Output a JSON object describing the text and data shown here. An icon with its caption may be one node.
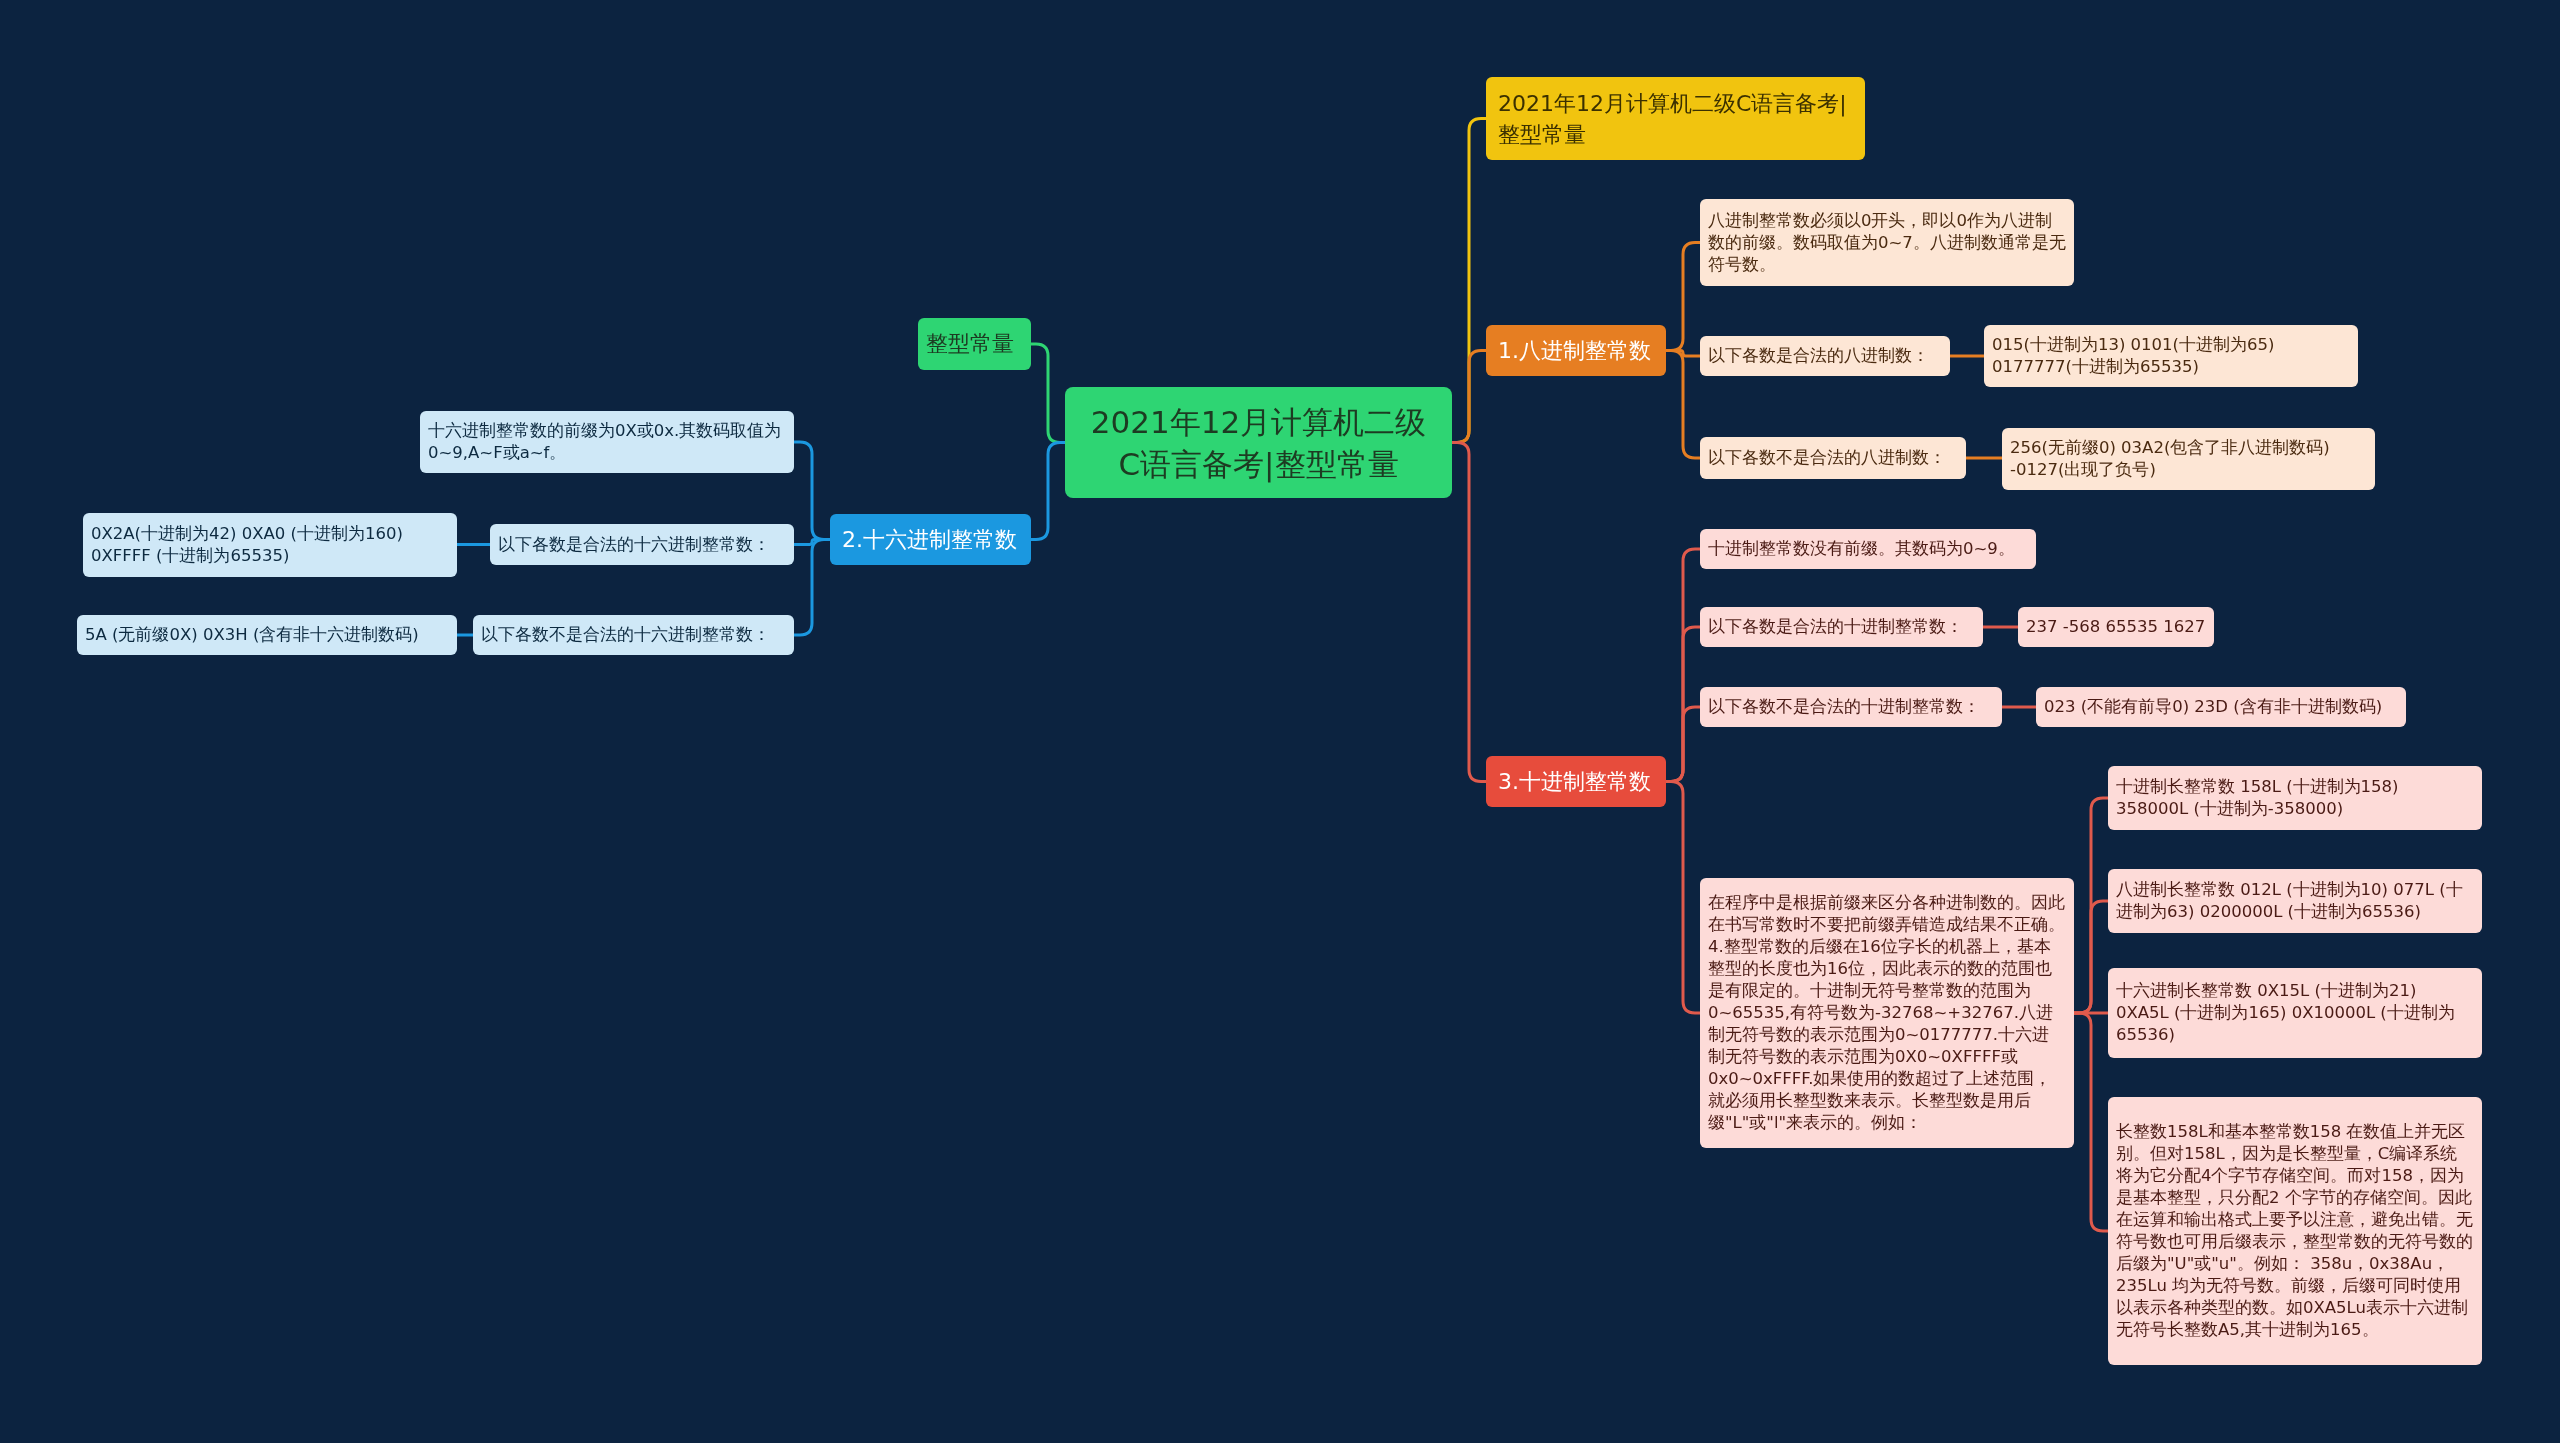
{
  "diagram": {
    "nodes": [
      {
        "text": [
          "2021年12月计算机二级C语言备考|整型常量"
        ]
      },
      {
        "text": [
          "2021年12月计算机二级C语言备考|整型常量"
        ]
      },
      {
        "text": [
          "1.八进制整常数"
        ]
      },
      {
        "text": [
          "八进制整常数必须以0开头，即以0作为八进制数的前缀。数码取值为0~7。八进制数通常是无符号数。"
        ]
      },
      {
        "text": [
          "以下各数是合法的八进制数："
        ]
      },
      {
        "text": [
          "015(十进制为13) 0101(十进制为65) 0177777(十进制为65535)"
        ]
      },
      {
        "text": [
          "以下各数不是合法的八进制数："
        ]
      },
      {
        "text": [
          "256(无前缀0) 03A2(包含了非八进制数码) -0127(出现了负号)"
        ]
      },
      {
        "text": [
          "3.十进制整常数"
        ]
      },
      {
        "text": [
          "十进制整常数没有前缀。其数码为0~9。"
        ]
      },
      {
        "text": [
          "以下各数是合法的十进制整常数："
        ]
      },
      {
        "text": [
          "237 -568 65535 1627"
        ]
      },
      {
        "text": [
          "以下各数不是合法的十进制整常数："
        ]
      },
      {
        "text": [
          "023 (不能有前导0) 23D (含有非十进制数码)"
        ]
      },
      {
        "text": [
          "在程序中是根据前缀来区分各种进制数的。因此在书写常数时不要把前缀弄错造成结果不正确。4.整型常数的后缀在16位字长的机器上，基本整型的长度也为16位，因此表示的数的范围也是有限定的。十进制无符号整常数的范围为0~65535,有符号数为-32768~+32767.八进制无符号数的表示范围为0~0177777.十六进制无符号数的表示范围为0X0~0XFFFF或0x0~0xFFFF.如果使用的数超过了上述范围，就必须用长整型数来表示。长整型数是用后缀\"L\"或\"l\"来表示的。例如："
        ]
      },
      {
        "text": [
          "十进制长整常数 158L (十进制为158) 358000L (十进制为-358000)"
        ]
      },
      {
        "text": [
          "八进制长整常数 012L (十进制为10) 077L (十进制为63) 0200000L (十进制为65536)"
        ]
      },
      {
        "text": [
          "十六进制长整常数 0X15L (十进制为21) 0XA5L (十进制为165) 0X10000L (十进制为65536)"
        ]
      },
      {
        "text": [
          "长整数158L和基本整常数158 在数值上并无区别。但对158L，因为是长整型量，C编译系统将为它分配4个字节存储空间。而对158，因为是基本整型，只分配2 个字节的存储空间。因此在运算和输出格式上要予以注意，避免出错。无符号数也可用后缀表示，整型常数的无符号数的后缀为\"U\"或\"u\"。例如： 358u，0x38Au，235Lu 均为无符号数。前缀，后缀可同时使用以表示各种类型的数。如0XA5Lu表示十六进制无符号长整数A5,其十进制为165。"
        ]
      },
      {
        "text": [
          "整型常量"
        ]
      },
      {
        "text": [
          "2.十六进制整常数"
        ]
      },
      {
        "text": [
          "十六进制整常数的前缀为0X或0x.其数码取值为0~9,A~F或a~f。"
        ]
      },
      {
        "text": [
          "以下各数是合法的十六进制整常数："
        ]
      },
      {
        "text": [
          "0X2A(十进制为42) 0XA0 (十进制为160) 0XFFFF (十进制为65535)"
        ]
      },
      {
        "text": [
          "以下各数不是合法的十六进制整常数："
        ]
      },
      {
        "text": [
          "5A (无前缀0X) 0X3H (含有非十六进制数码)"
        ]
      }
    ],
    "edges": [
      {
        "from": 0,
        "to": 1,
        "arrow": "none",
        "color": "#f1c40f"
      },
      {
        "from": 0,
        "to": 2,
        "arrow": "none",
        "color": "#e67e22"
      },
      {
        "from": 2,
        "to": 3,
        "arrow": "none",
        "color": "#e67e22"
      },
      {
        "from": 2,
        "to": 4,
        "arrow": "none",
        "color": "#e67e22"
      },
      {
        "from": 4,
        "to": 5,
        "arrow": "none",
        "color": "#e67e22"
      },
      {
        "from": 2,
        "to": 6,
        "arrow": "none",
        "color": "#e67e22"
      },
      {
        "from": 6,
        "to": 7,
        "arrow": "none",
        "color": "#e67e22"
      },
      {
        "from": 0,
        "to": 8,
        "arrow": "none"
      },
      {
        "from": 8,
        "to": 9,
        "arrow": "none"
      },
      {
        "from": 8,
        "to": 10,
        "arrow": "none"
      },
      {
        "from": 10,
        "to": 11,
        "arrow": "none"
      },
      {
        "from": 8,
        "to": 12,
        "arrow": "none"
      },
      {
        "from": 12,
        "to": 13,
        "arrow": "none"
      },
      {
        "from": 8,
        "to": 14,
        "arrow": "none"
      },
      {
        "from": 14,
        "to": 15,
        "arrow": "none"
      },
      {
        "from": 14,
        "to": 16,
        "arrow": "none"
      },
      {
        "from": 14,
        "to": 17,
        "arrow": "none"
      },
      {
        "from": 14,
        "to": 18,
        "arrow": "none"
      },
      {
        "from": 0,
        "to": 19,
        "arrow": "none",
        "color": "#2ed573"
      },
      {
        "from": 0,
        "to": 20,
        "arrow": "none",
        "color": "#1b98e0"
      },
      {
        "from": 20,
        "to": 21,
        "arrow": "none",
        "color": "#1b98e0"
      },
      {
        "from": 20,
        "to": 22,
        "arrow": "none",
        "color": "#1b98e0"
      },
      {
        "from": 22,
        "to": 23,
        "arrow": "none",
        "color": "#1b98e0"
      },
      {
        "from": 20,
        "to": 24,
        "arrow": "none",
        "color": "#1b98e0"
      },
      {
        "from": 24,
        "to": 25,
        "arrow": "none",
        "color": "#1b98e0"
      }
    ]
  }
}
